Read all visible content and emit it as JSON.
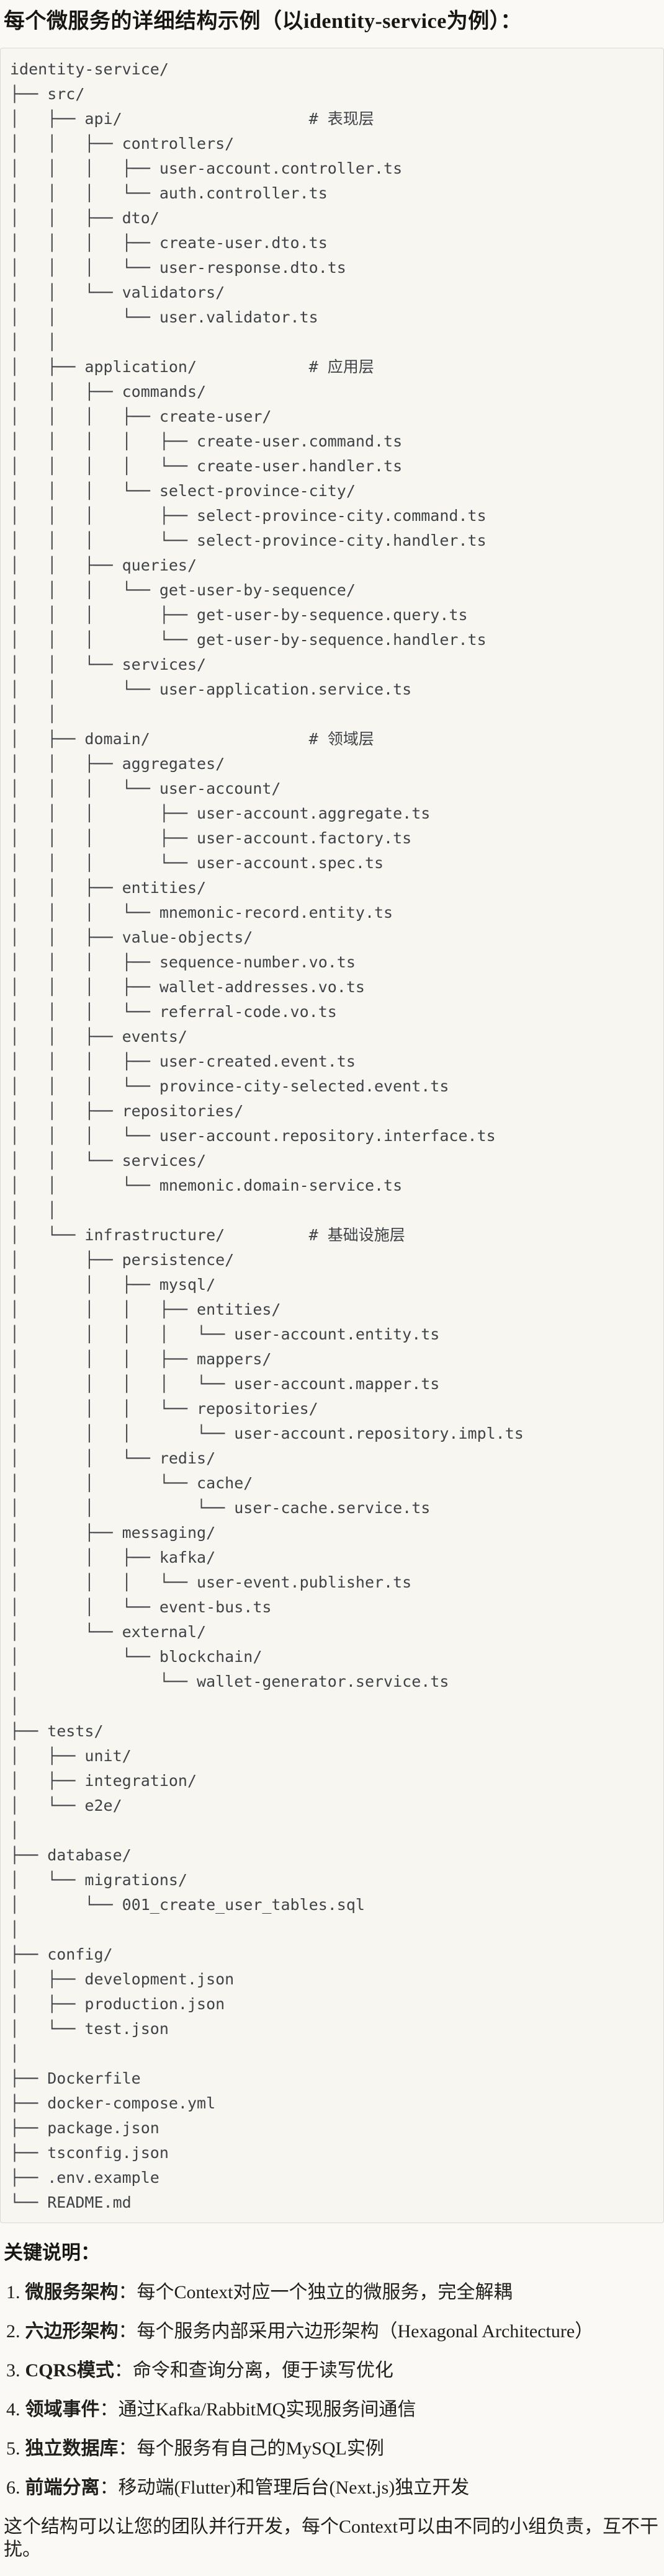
{
  "title": "每个微服务的详细结构示例（以identity-service为例）：",
  "tree": {
    "lines": [
      "identity-service/",
      "├── src/",
      "│   ├── api/                    # 表现层",
      "│   │   ├── controllers/",
      "│   │   │   ├── user-account.controller.ts",
      "│   │   │   └── auth.controller.ts",
      "│   │   ├── dto/",
      "│   │   │   ├── create-user.dto.ts",
      "│   │   │   └── user-response.dto.ts",
      "│   │   └── validators/",
      "│   │       └── user.validator.ts",
      "│   │",
      "│   ├── application/            # 应用层",
      "│   │   ├── commands/",
      "│   │   │   ├── create-user/",
      "│   │   │   │   ├── create-user.command.ts",
      "│   │   │   │   └── create-user.handler.ts",
      "│   │   │   └── select-province-city/",
      "│   │   │       ├── select-province-city.command.ts",
      "│   │   │       └── select-province-city.handler.ts",
      "│   │   ├── queries/",
      "│   │   │   └── get-user-by-sequence/",
      "│   │   │       ├── get-user-by-sequence.query.ts",
      "│   │   │       └── get-user-by-sequence.handler.ts",
      "│   │   └── services/",
      "│   │       └── user-application.service.ts",
      "│   │",
      "│   ├── domain/                 # 领域层",
      "│   │   ├── aggregates/",
      "│   │   │   └── user-account/",
      "│   │   │       ├── user-account.aggregate.ts",
      "│   │   │       ├── user-account.factory.ts",
      "│   │   │       └── user-account.spec.ts",
      "│   │   ├── entities/",
      "│   │   │   └── mnemonic-record.entity.ts",
      "│   │   ├── value-objects/",
      "│   │   │   ├── sequence-number.vo.ts",
      "│   │   │   ├── wallet-addresses.vo.ts",
      "│   │   │   └── referral-code.vo.ts",
      "│   │   ├── events/",
      "│   │   │   ├── user-created.event.ts",
      "│   │   │   └── province-city-selected.event.ts",
      "│   │   ├── repositories/",
      "│   │   │   └── user-account.repository.interface.ts",
      "│   │   └── services/",
      "│   │       └── mnemonic.domain-service.ts",
      "│   │",
      "│   └── infrastructure/         # 基础设施层",
      "│       ├── persistence/",
      "│       │   ├── mysql/",
      "│       │   │   ├── entities/",
      "│       │   │   │   └── user-account.entity.ts",
      "│       │   │   ├── mappers/",
      "│       │   │   │   └── user-account.mapper.ts",
      "│       │   │   └── repositories/",
      "│       │   │       └── user-account.repository.impl.ts",
      "│       │   └── redis/",
      "│       │       └── cache/",
      "│       │           └── user-cache.service.ts",
      "│       ├── messaging/",
      "│       │   ├── kafka/",
      "│       │   │   └── user-event.publisher.ts",
      "│       │   └── event-bus.ts",
      "│       └── external/",
      "│           └── blockchain/",
      "│               └── wallet-generator.service.ts",
      "│",
      "├── tests/",
      "│   ├── unit/",
      "│   ├── integration/",
      "│   └── e2e/",
      "│",
      "├── database/",
      "│   └── migrations/",
      "│       └── 001_create_user_tables.sql",
      "│",
      "├── config/",
      "│   ├── development.json",
      "│   ├── production.json",
      "│   └── test.json",
      "│",
      "├── Dockerfile",
      "├── docker-compose.yml",
      "├── package.json",
      "├── tsconfig.json",
      "├── .env.example",
      "└── README.md"
    ]
  },
  "notes": {
    "heading": "关键说明：",
    "items": [
      {
        "num": "1.",
        "term": "微服务架构",
        "sep": "：",
        "text": "每个Context对应一个独立的微服务，完全解耦"
      },
      {
        "num": "2.",
        "term": "六边形架构",
        "sep": "：",
        "text": "每个服务内部采用六边形架构（Hexagonal Architecture）"
      },
      {
        "num": "3.",
        "term": "CQRS模式",
        "sep": "：",
        "text": "命令和查询分离，便于读写优化"
      },
      {
        "num": "4.",
        "term": "领域事件",
        "sep": "：",
        "text": "通过Kafka/RabbitMQ实现服务间通信"
      },
      {
        "num": "5.",
        "term": "独立数据库",
        "sep": "：",
        "text": "每个服务有自己的MySQL实例"
      },
      {
        "num": "6.",
        "term": "前端分离",
        "sep": "：",
        "text": "移动端(Flutter)和管理后台(Next.js)独立开发"
      }
    ],
    "footer": "这个结构可以让您的团队并行开发，每个Context可以由不同的小组负责，互不干扰。"
  }
}
